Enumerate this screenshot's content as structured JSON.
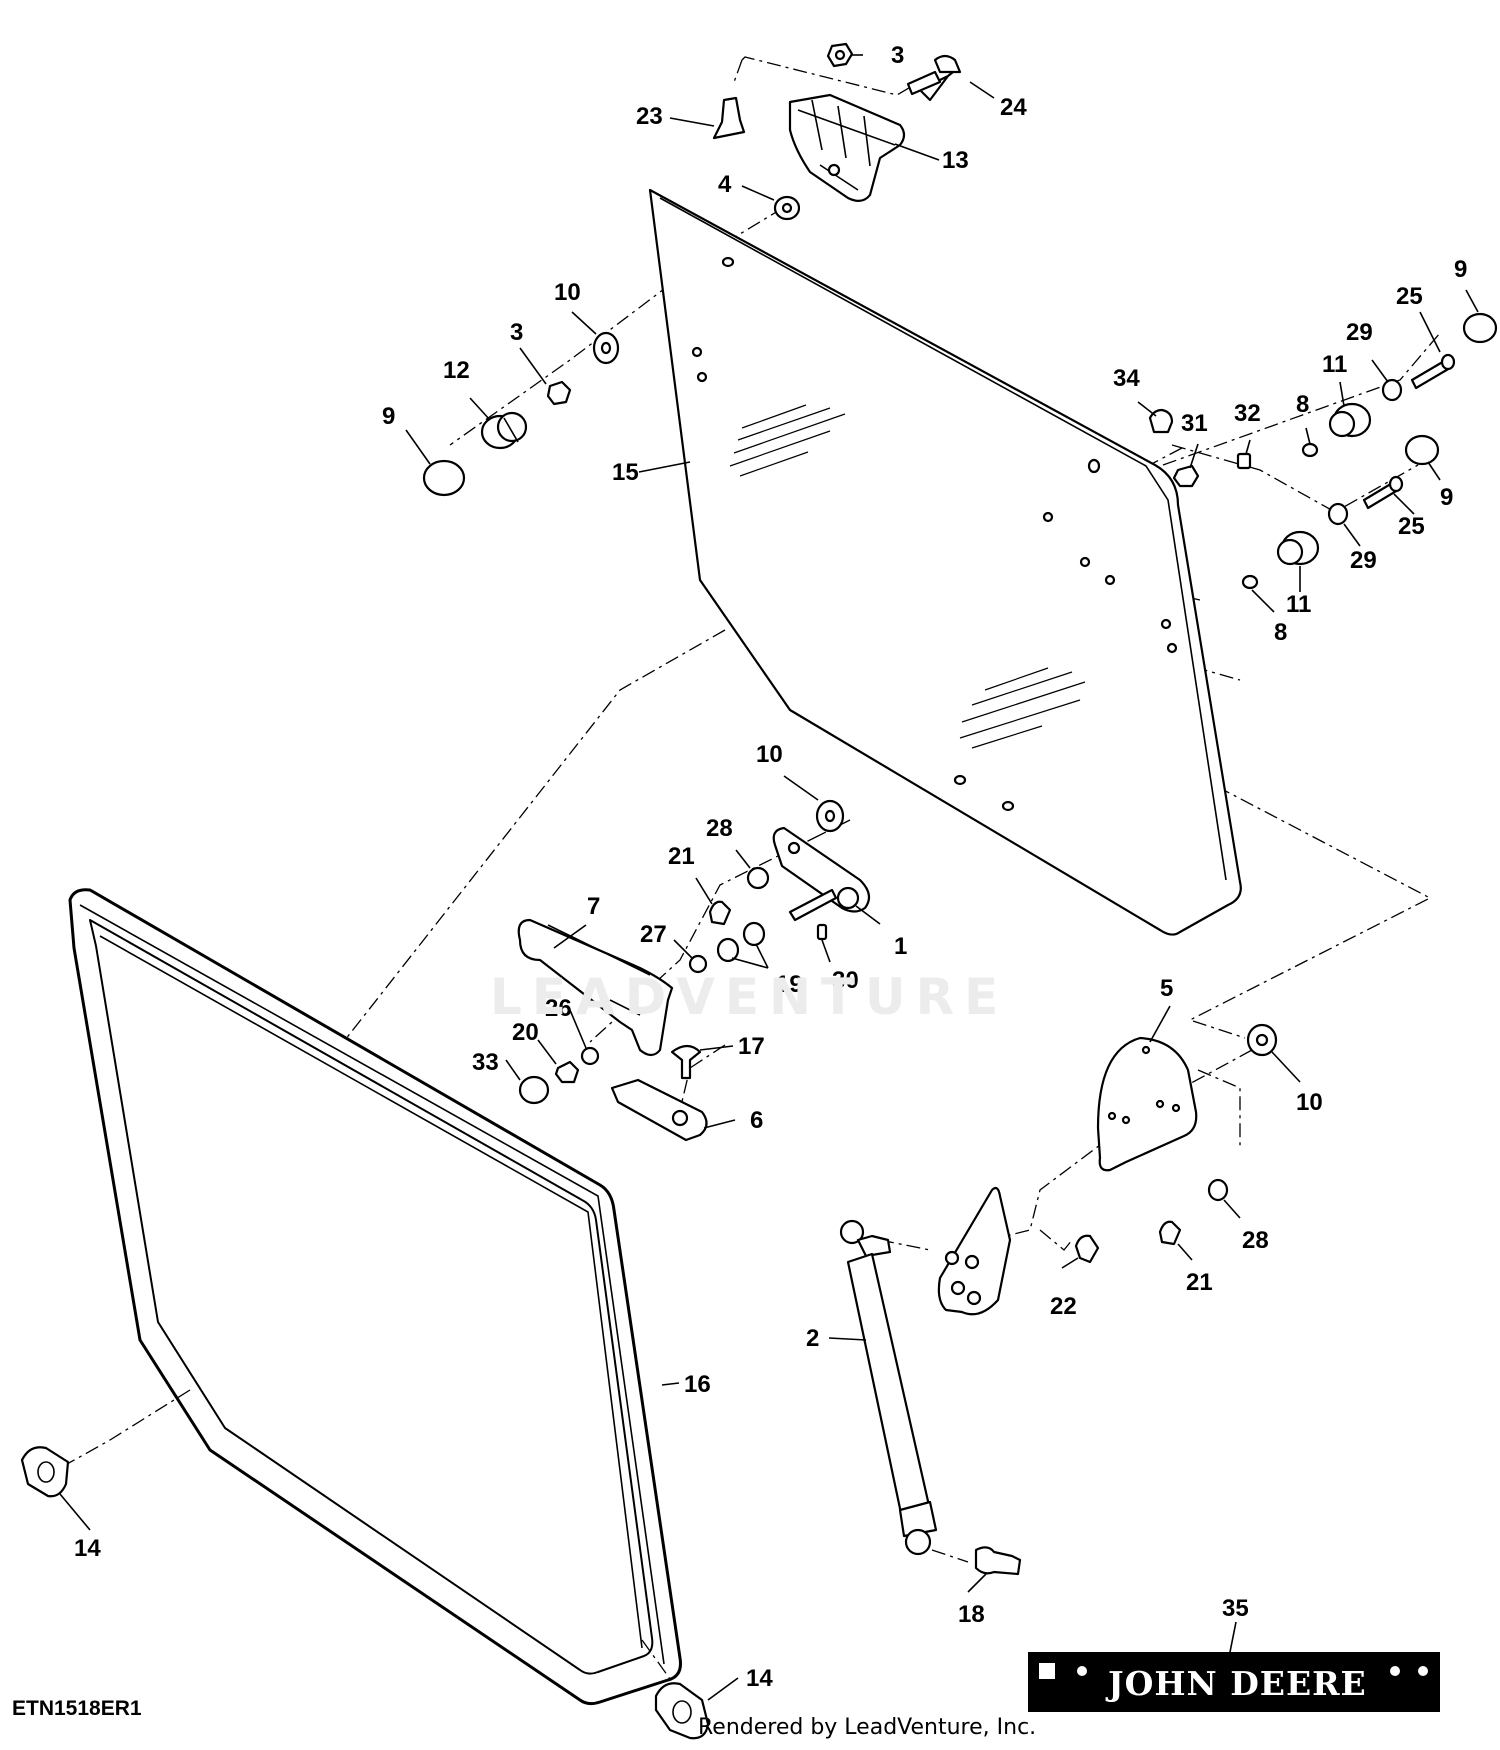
{
  "diagram": {
    "drawing_code": "ETN1518ER1",
    "credit": "Rendered by LeadVenture, Inc.",
    "watermark": "LEADVENTURE",
    "badge_text": "JOHN DEERE",
    "callouts": {
      "c3a": "3",
      "c24": "24",
      "c23": "23",
      "c13": "13",
      "c4": "4",
      "c9a": "9",
      "c25a": "25",
      "c29a": "29",
      "c10a": "10",
      "c3b": "3",
      "c12": "12",
      "c9b": "9",
      "c34": "34",
      "c11a": "11",
      "c31": "31",
      "c32": "32",
      "c8a": "8",
      "c15": "15",
      "c9c": "9",
      "c25b": "25",
      "c29b": "29",
      "c11b": "11",
      "c8b": "8",
      "c10b": "10",
      "c28a": "28",
      "c21a": "21",
      "c1": "1",
      "c7": "7",
      "c27": "27",
      "c19": "19",
      "c30": "30",
      "c26": "26",
      "c5": "5",
      "c20": "20",
      "c17": "17",
      "c33": "33",
      "c10c": "10",
      "c6": "6",
      "c28b": "28",
      "c22": "22",
      "c21b": "21",
      "c2": "2",
      "c16": "16",
      "c14a": "14",
      "c18": "18",
      "c35": "35",
      "c14b": "14"
    }
  }
}
